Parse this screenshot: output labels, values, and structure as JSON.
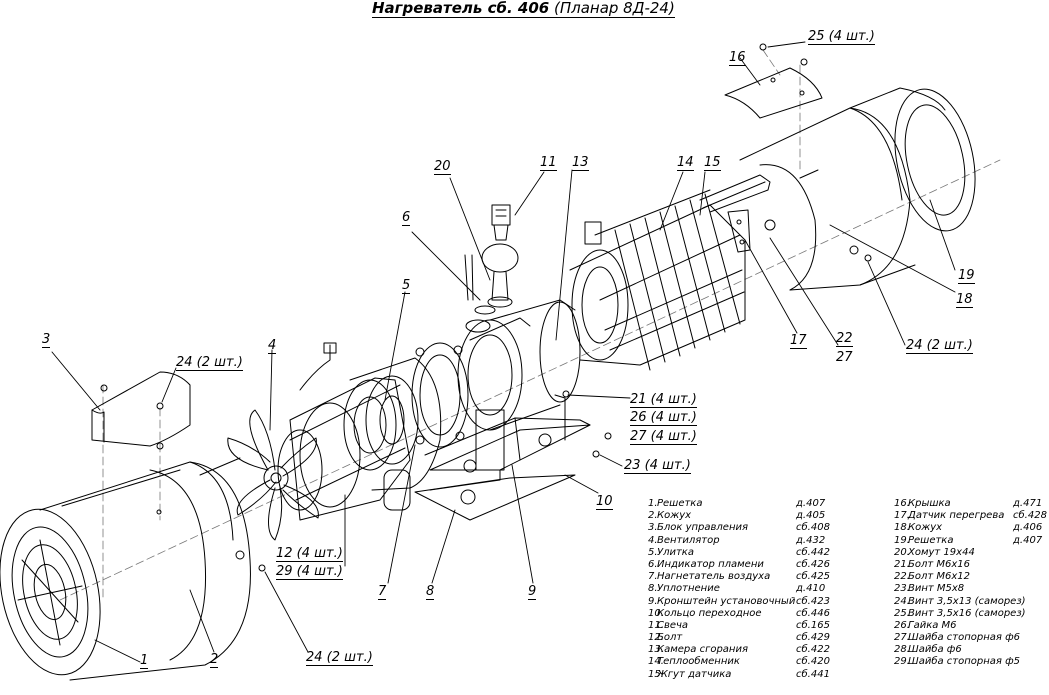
{
  "title": {
    "main": "Нагреватель сб. 406",
    "sub": "(Планар 8Д-24)"
  },
  "callouts": {
    "c1": "1",
    "c2": "2",
    "c3": "3",
    "c4": "4",
    "c5": "5",
    "c6": "6",
    "c7": "7",
    "c8": "8",
    "c9": "9",
    "c10": "10",
    "c11": "11",
    "c13": "13",
    "c14": "14",
    "c15": "15",
    "c16": "16",
    "c17": "17",
    "c18": "18",
    "c19": "19",
    "c20": "20",
    "c22": "22",
    "c27": "27",
    "c25": "25 (4 шт.)",
    "c24a": "24 (2 шт.)",
    "c24b": "24 (2 шт.)",
    "c24c": "24 (2 шт.)",
    "c21": "21 (4 шт.)",
    "c26": "26 (4 шт.)",
    "c27b": "27 (4 шт.)",
    "c23": "23 (4 шт.)",
    "c12": "12 (4 шт.)",
    "c29": "29 (4 шт.)"
  },
  "legend_left": [
    {
      "num": "1.",
      "name": "Решетка",
      "code": "д.407"
    },
    {
      "num": "2.",
      "name": "Кожух",
      "code": "д.405"
    },
    {
      "num": "3.",
      "name": "Блок управления",
      "code": "сб.408"
    },
    {
      "num": "4.",
      "name": "Вентилятор",
      "code": "д.432"
    },
    {
      "num": "5.",
      "name": "Улитка",
      "code": "сб.442"
    },
    {
      "num": "6.",
      "name": "Индикатор пламени",
      "code": "сб.426"
    },
    {
      "num": "7.",
      "name": "Нагнетатель воздуха",
      "code": "сб.425"
    },
    {
      "num": "8.",
      "name": "Уплотнение",
      "code": "д.410"
    },
    {
      "num": "9.",
      "name": "Кронштейн установочный",
      "code": "сб.423"
    },
    {
      "num": "10.",
      "name": "Кольцо переходное",
      "code": "сб.446"
    },
    {
      "num": "11.",
      "name": "Свеча",
      "code": "сб.165"
    },
    {
      "num": "12.",
      "name": "Болт",
      "code": "сб.429"
    },
    {
      "num": "13.",
      "name": "Камера сгорания",
      "code": "сб.422"
    },
    {
      "num": "14.",
      "name": "Теплообменник",
      "code": "сб.420"
    },
    {
      "num": "15.",
      "name": "Жгут датчика",
      "code": "сб.441"
    }
  ],
  "legend_right": [
    {
      "num": "16.",
      "name": "Крышка",
      "code": "д.471"
    },
    {
      "num": "17.",
      "name": "Датчик перегрева",
      "code": "сб.428"
    },
    {
      "num": "18.",
      "name": "Кожух",
      "code": "д.406"
    },
    {
      "num": "19.",
      "name": "Решетка",
      "code": "д.407"
    },
    {
      "num": "20.",
      "name": "Хомут 19х44",
      "code": ""
    },
    {
      "num": "21.",
      "name": "Болт М6х16",
      "code": ""
    },
    {
      "num": "22.",
      "name": "Болт М6х12",
      "code": ""
    },
    {
      "num": "23.",
      "name": "Винт М5х8",
      "code": ""
    },
    {
      "num": "24.",
      "name": "Винт 3,5х13 (саморез)",
      "code": ""
    },
    {
      "num": "25.",
      "name": "Винт 3,5х16 (саморез)",
      "code": ""
    },
    {
      "num": "26.",
      "name": "Гайка М6",
      "code": ""
    },
    {
      "num": "27.",
      "name": "Шайба стопорная ф6",
      "code": ""
    },
    {
      "num": "28.",
      "name": "Шайба ф6",
      "code": ""
    },
    {
      "num": "29.",
      "name": "Шайба стопорная ф5",
      "code": ""
    }
  ]
}
